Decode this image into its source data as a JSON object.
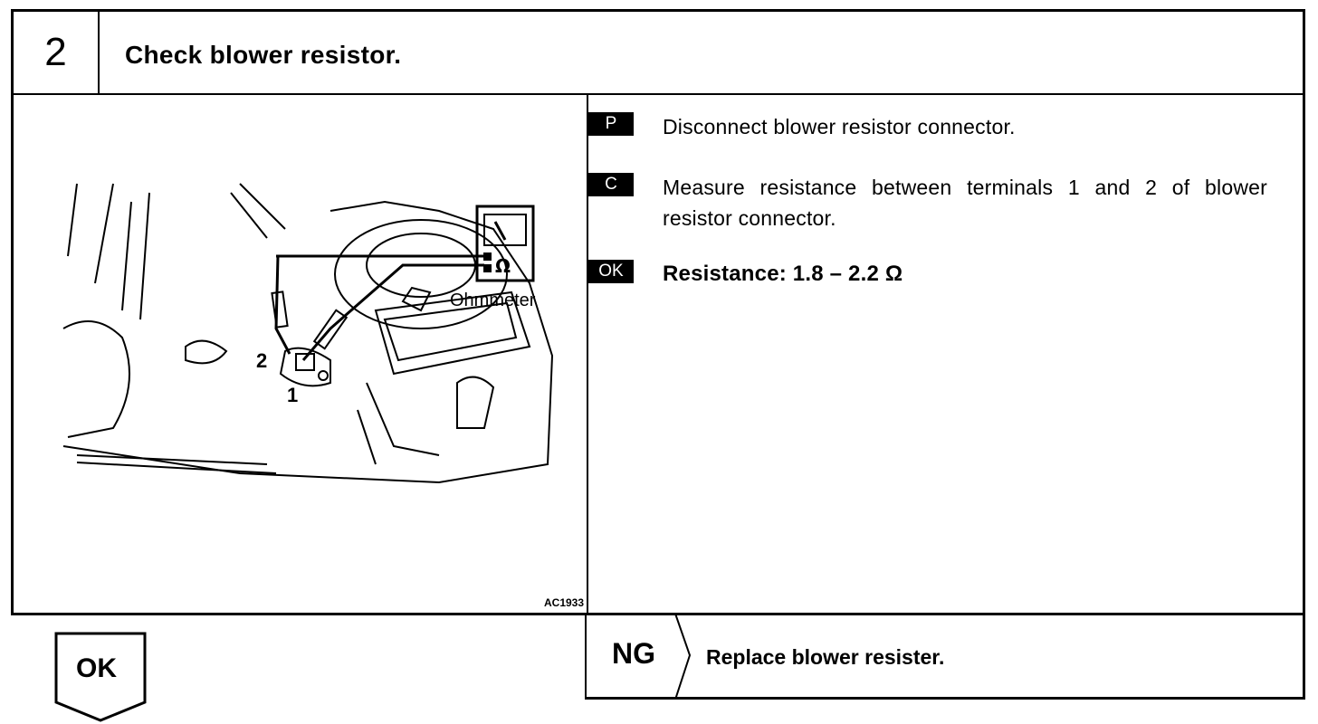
{
  "step": {
    "number": "2",
    "title": "Check blower resistor."
  },
  "figure": {
    "ohmmeter_label": "Ohmmeter",
    "ohm_symbol": "Ω",
    "terminal_1": "1",
    "terminal_2": "2",
    "figure_id": "AC1933"
  },
  "instructions": [
    {
      "tag": "P",
      "text": "Disconnect blower resistor connector."
    },
    {
      "tag": "C",
      "text": "Measure resistance between terminals 1 and 2 of blower resistor connector."
    },
    {
      "tag": "OK",
      "text": "Resistance:  1.8 – 2.2 Ω"
    }
  ],
  "result_ok": {
    "label": "OK"
  },
  "result_ng": {
    "label": "NG",
    "action": "Replace blower resister."
  }
}
